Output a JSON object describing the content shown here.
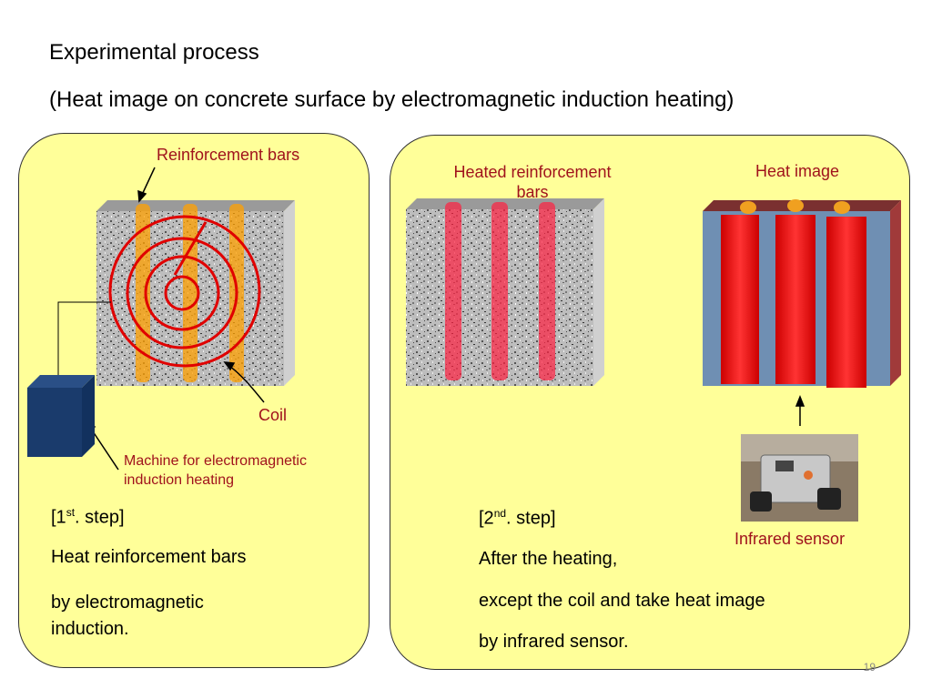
{
  "title": {
    "line1": "Experimental process",
    "line2": "(Heat image on concrete surface by electromagnetic induction heating)"
  },
  "left_panel": {
    "label_bars": "Reinforcement bars",
    "label_coil": "Coil",
    "label_machine_line1": "Machine for electromagnetic",
    "label_machine_line2": "induction heating",
    "step_prefix": "[1",
    "step_sup": "st",
    "step_suffix": ". step]",
    "text1": "Heat reinforcement bars",
    "text2_line1": "by electromagnetic",
    "text2_line2": "induction."
  },
  "right_panel": {
    "label_heated_line1": "Heated reinforcement",
    "label_heated_line2": "bars",
    "label_heat_image": "Heat image",
    "label_sensor": "Infrared sensor",
    "step_prefix": "[2",
    "step_sup": "nd",
    "step_suffix": ". step]",
    "text1": "After the heating,",
    "text2": "except the coil and take heat image",
    "text3": "by infrared sensor."
  },
  "page_number": "19"
}
